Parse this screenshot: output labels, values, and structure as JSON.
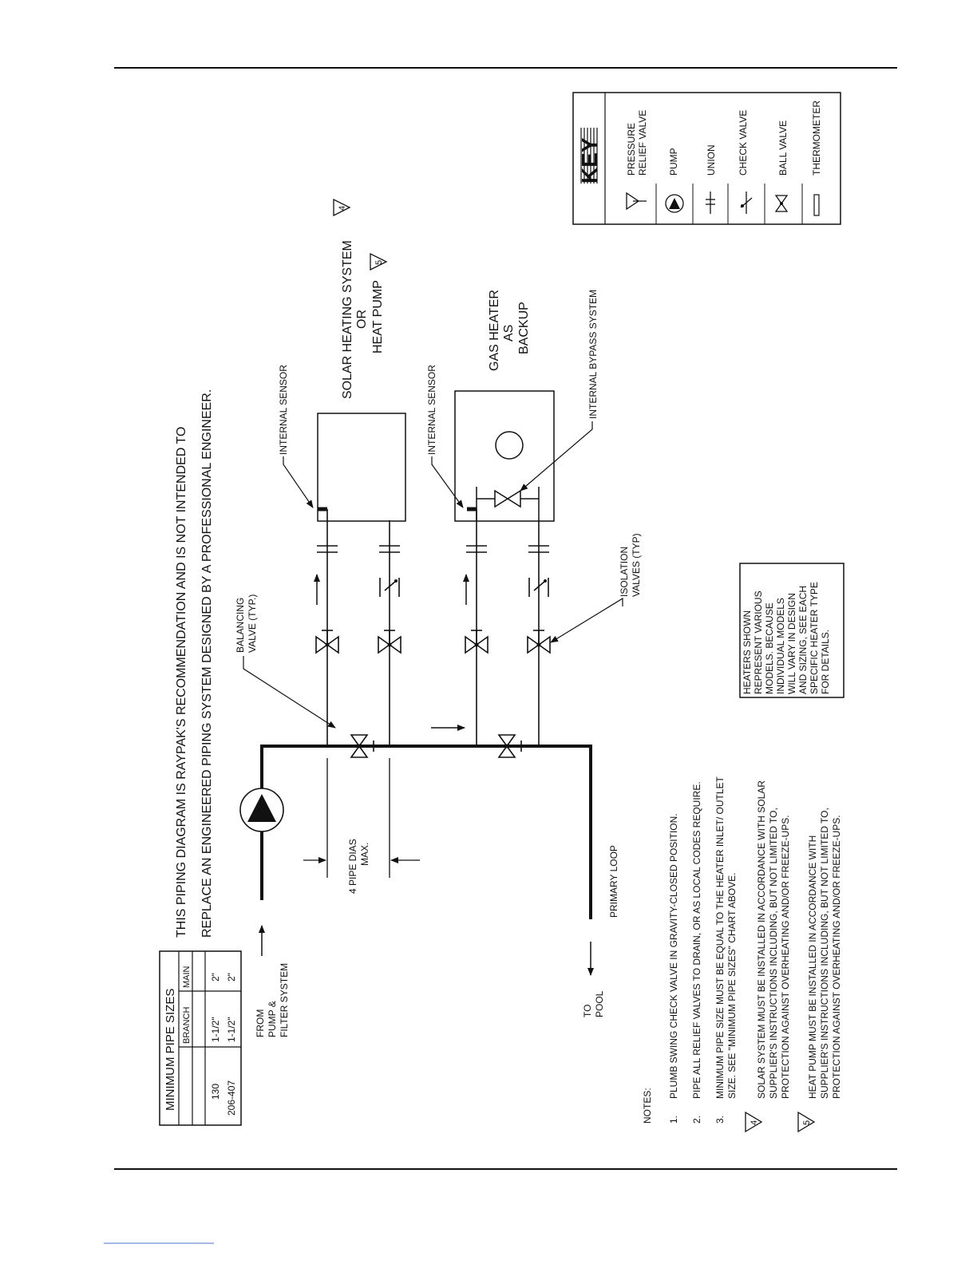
{
  "title": {
    "line1": "THIS PIPING DIAGRAM IS RAYPAK'S RECOMMENDATION AND IS NOT INTENDED TO",
    "line2": "REPLACE AN ENGINEERED PIPING SYSTEM DESIGNED BY A PROFESSIONAL ENGINEER."
  },
  "pipe_table": {
    "title": "MINIMUM PIPE SIZES",
    "headers": [
      "BRANCH",
      "MAIN"
    ],
    "rows": [
      {
        "model": "130",
        "branch": "1-1/2\"",
        "main": "2\""
      },
      {
        "model": "206-407",
        "branch": "1-1/2\"",
        "main": "2\""
      }
    ]
  },
  "key": {
    "title": "KEY",
    "items": [
      {
        "label1": "PRESSURE",
        "label2": "RELIEF VALVE",
        "icon": "pressure-relief-valve-icon"
      },
      {
        "label1": "PUMP",
        "icon": "pump-icon"
      },
      {
        "label1": "UNION",
        "icon": "union-icon"
      },
      {
        "label1": "CHECK VALVE",
        "icon": "check-valve-icon"
      },
      {
        "label1": "BALL VALVE",
        "icon": "ball-valve-icon"
      },
      {
        "label1": "THERMOMETER",
        "icon": "thermometer-icon"
      }
    ]
  },
  "labels": {
    "from1": "FROM",
    "from2": "PUMP &",
    "from3": "FILTER SYSTEM",
    "to1": "TO",
    "to2": "POOL",
    "primary_loop": "PRIMARY LOOP",
    "pipe_dias1": "4 PIPE DIAS",
    "pipe_dias2": "MAX.",
    "balancing1": "BALANCING",
    "balancing2": "VALVE (TYP.)",
    "isolation1": "ISOLATION",
    "isolation2": "VALVES (TYP)",
    "internal_sensor_1": "INTERNAL SENSOR",
    "internal_sensor_2": "INTERNAL SENSOR",
    "bypass": "INTERNAL BYPASS SYSTEM",
    "solar1": "SOLAR HEATING SYSTEM",
    "solar2": "OR",
    "solar3": "HEAT PUMP",
    "solar_ref4": "4",
    "solar_ref5": "5",
    "gas1": "GAS HEATER",
    "gas2": "AS",
    "gas3": "BACKUP"
  },
  "heater_box": [
    "HEATERS SHOWN",
    "REPRESENT VARIOUS",
    "MODELS.  BECAUSE",
    "INDIVIDUAL MODELS",
    "WILL VARY IN DESIGN",
    "AND SIZING, SEE EACH",
    "SPECIFIC HEATER TYPE",
    "FOR DETAILS."
  ],
  "notes": {
    "title": "NOTES:",
    "n1_num": "1.",
    "n1": "PLUMB SWING CHECK VALVE IN GRAVITY-CLOSED POSITION.",
    "n2_num": "2.",
    "n2": "PIPE ALL RELIEF VALVES TO DRAIN, OR AS LOCAL CODES REQUIRE.",
    "n3_num": "3.",
    "n3a": "MINIMUM PIPE SIZE MUST BE EQUAL TO THE HEATER INLET/ OUTLET",
    "n3b": "SIZE.  SEE \"MINIMUM PIPE SIZES\" CHART ABOVE.",
    "n4_num": "4",
    "n4a": "SOLAR SYSTEM MUST BE INSTALLED IN ACCORDANCE WITH SOLAR",
    "n4b": "SUPPLIER'S INSTRUCTIONS INCLUDING, BUT NOT LIMITED TO,",
    "n4c": "PROTECTION AGAINST OVERHEATING AND/OR FREEZE-UPS.",
    "n5_num": "5",
    "n5a": "HEAT PUMP MUST BE INSTALLED IN ACCORDANCE WITH",
    "n5b": "SUPPLIER'S INSTRUCTIONS INCLUDING, BUT NOT LIMITED TO,",
    "n5c": "PROTECTION AGAINST OVERHEATING AND/OR FREEZE-UPS."
  }
}
